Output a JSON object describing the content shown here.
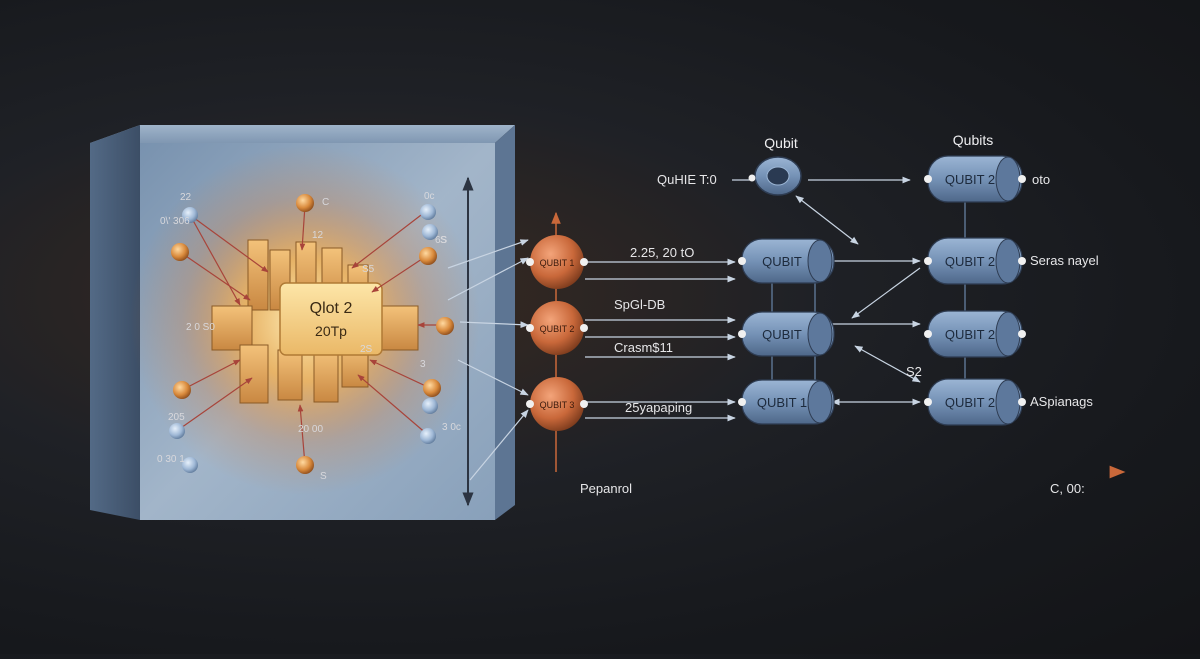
{
  "cube": {
    "core_label_line1": "Qlot 2",
    "core_label_line2": "20Tp",
    "labels": {
      "l1": "22",
      "l2": "0\\' 306",
      "l3": "C",
      "l4": "12",
      "l5": "0c",
      "l6": "S",
      "l7": "S5",
      "l8": "2 0 S0",
      "l9": "205",
      "l10": "0 30 1",
      "l11": "20 00",
      "l12": "S",
      "l13": "3 0c",
      "l14": "2S",
      "l15": "3",
      "l16": "6S"
    }
  },
  "headers": {
    "qubit": "Qubit",
    "qubits": "Qubits"
  },
  "labels": {
    "top_left": "QuHIE T:0",
    "right_top": "oto",
    "row1": "2.25, 20 tO",
    "row2": "SpGl-DB",
    "row3": "Crasm$11",
    "row4": "25yapaping",
    "right_r1": "Seras nayel",
    "right_r3": "S2",
    "right_r4": "ASpianags",
    "axis_left": "Pepanrol",
    "axis_right": "C, 00:"
  },
  "orange_qubits": [
    "QUBIT 1",
    "QUBIT 2",
    "QUBIT 3"
  ],
  "middle_qubits": [
    "QUBIT",
    "QUBIT",
    "QUBIT 1"
  ],
  "right_qubits": [
    "QUBIT 2",
    "QUBIT 2",
    "QUBIT 2",
    "QUBIT 2"
  ],
  "colors": {
    "accent_orange": "#c9683a",
    "qubit_blue": "#6f90b8",
    "glow": "#ffb347"
  }
}
